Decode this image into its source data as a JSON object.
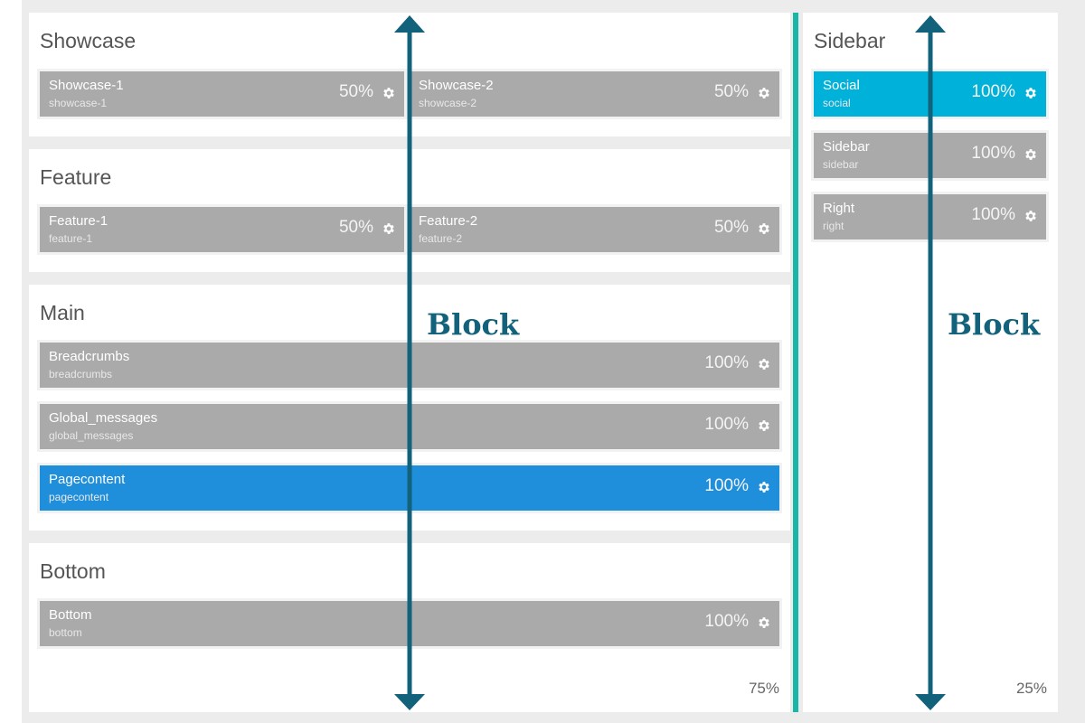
{
  "left_column": {
    "width_label": "75%",
    "sections": [
      {
        "title": "Showcase",
        "tiles": [
          {
            "name": "Showcase-1",
            "key": "showcase-1",
            "width": "50%",
            "icon": "gear-icon"
          },
          {
            "name": "Showcase-2",
            "key": "showcase-2",
            "width": "50%",
            "icon": "gear-icon"
          }
        ]
      },
      {
        "title": "Feature",
        "tiles": [
          {
            "name": "Feature-1",
            "key": "feature-1",
            "width": "50%",
            "icon": "gear-icon"
          },
          {
            "name": "Feature-2",
            "key": "feature-2",
            "width": "50%",
            "icon": "gear-icon"
          }
        ]
      },
      {
        "title": "Main",
        "tiles": [
          {
            "name": "Breadcrumbs",
            "key": "breadcrumbs",
            "width": "100%",
            "icon": "gear-icon"
          },
          {
            "name": "Global_messages",
            "key": "global_messages",
            "width": "100%",
            "icon": "gear-icon"
          },
          {
            "name": "Pagecontent",
            "key": "pagecontent",
            "width": "100%",
            "icon": "gear-icon",
            "highlight": "#208fdb"
          }
        ]
      },
      {
        "title": "Bottom",
        "tiles": [
          {
            "name": "Bottom",
            "key": "bottom",
            "width": "100%",
            "icon": "gear-icon"
          }
        ]
      }
    ]
  },
  "right_column": {
    "width_label": "25%",
    "title": "Sidebar",
    "tiles": [
      {
        "name": "Social",
        "key": "social",
        "width": "100%",
        "icon": "gear-icon",
        "highlight": "#00b1da"
      },
      {
        "name": "Sidebar",
        "key": "sidebar",
        "width": "100%",
        "icon": "gear-icon"
      },
      {
        "name": "Right",
        "key": "right",
        "width": "100%",
        "icon": "gear-icon"
      }
    ]
  },
  "annotations": {
    "left_label": "Block",
    "right_label": "Block",
    "arrow_color": "#11627a",
    "divider_color": "#1ab7a8"
  },
  "colors": {
    "tile_gray": "#aaaaaa",
    "canvas": "#ececec"
  }
}
